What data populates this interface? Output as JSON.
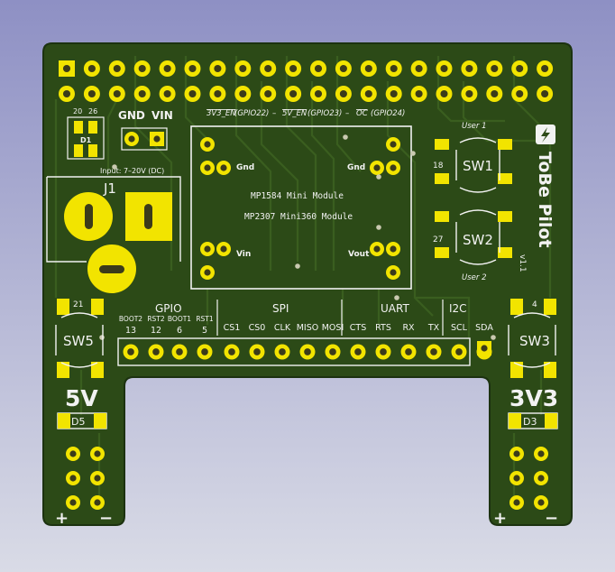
{
  "colors": {
    "background_top": "#8e90c4",
    "background_bottom": "#d9dbe6",
    "board": "#2c4a17",
    "board_edge": "#1c3210",
    "trace": "#3a5e1f",
    "pad": "#f2e400",
    "pad_hole": "#3b3b1a",
    "silkscreen": "#f2f2f2"
  },
  "board": {
    "title": "ToBe Pilot",
    "version": "v1.1",
    "logo_icon": "lightning-bolt-icon",
    "gpio_header_note_1": "3V3_EN",
    "gpio_header_note_1_pin": "(GPIO22)",
    "gpio_header_note_2": "5V_EN",
    "gpio_header_note_2_pin": "(GPIO23)",
    "gpio_header_note_3": "OC",
    "gpio_header_note_3_pin": "(GPIO24)",
    "dash": "–"
  },
  "power_input": {
    "gnd_label": "GND",
    "vin_label": "VIN",
    "jumper_left": "20",
    "jumper_right": "26",
    "jumper_ref": "D1",
    "input_note": "Input: 7–20V (DC)",
    "connector_ref": "J1"
  },
  "module": {
    "line1": "MP1584 Mini Module",
    "line2": "MP2307 Mini360 Module",
    "gnd_left": "Gnd",
    "gnd_right": "Gnd",
    "vin": "Vin",
    "vout": "Vout"
  },
  "switches": [
    {
      "ref": "SW1",
      "gpio": "18",
      "caption": "User 1"
    },
    {
      "ref": "SW2",
      "gpio": "27",
      "caption": "User 2"
    },
    {
      "ref": "SW5",
      "gpio": "21",
      "caption": ""
    },
    {
      "ref": "SW3",
      "gpio": "4",
      "caption": ""
    }
  ],
  "breakout": {
    "groups": [
      {
        "name": "GPIO"
      },
      {
        "name": "SPI"
      },
      {
        "name": "UART"
      },
      {
        "name": "I2C"
      }
    ],
    "pins": [
      {
        "top": "BOOT2",
        "bottom": "13"
      },
      {
        "top": "RST2",
        "bottom": "12"
      },
      {
        "top": "BOOT1",
        "bottom": "6"
      },
      {
        "top": "RST1",
        "bottom": "5"
      },
      {
        "top": "CS1",
        "bottom": ""
      },
      {
        "top": "CS0",
        "bottom": ""
      },
      {
        "top": "CLK",
        "bottom": ""
      },
      {
        "top": "MISO",
        "bottom": ""
      },
      {
        "top": "MOSI",
        "bottom": ""
      },
      {
        "top": "CTS",
        "bottom": ""
      },
      {
        "top": "RTS",
        "bottom": ""
      },
      {
        "top": "RX",
        "bottom": ""
      },
      {
        "top": "TX",
        "bottom": ""
      },
      {
        "top": "SCL",
        "bottom": ""
      },
      {
        "top": "SDA",
        "bottom": ""
      }
    ]
  },
  "outputs": {
    "left_voltage": "5V",
    "left_led": "D5",
    "right_voltage": "3V3",
    "right_led": "D3",
    "plus": "+",
    "minus": "−"
  }
}
